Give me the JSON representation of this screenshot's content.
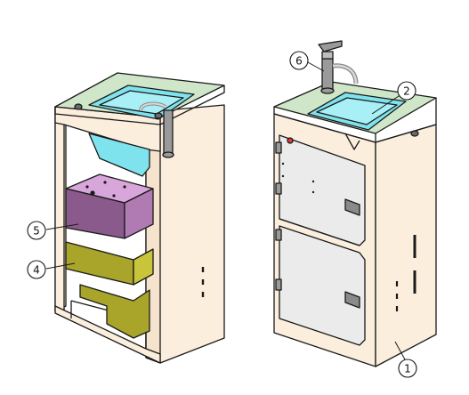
{
  "callouts": [
    {
      "id": "1",
      "label": "1"
    },
    {
      "id": "2",
      "label": "2"
    },
    {
      "id": "4",
      "label": "4"
    },
    {
      "id": "5",
      "label": "5"
    },
    {
      "id": "6",
      "label": "6"
    }
  ],
  "colors": {
    "cabinet_body": "#fbeedd",
    "cabinet_side": "#f5e3cd",
    "countertop": "#cfe6c8",
    "basin": "#7fe3ee",
    "basin_inner": "#a8f0f6",
    "tank_purple_top": "#d8a6da",
    "tank_purple_front": "#8a5a8c",
    "tank_purple_side": "#b07ab3",
    "tank_yellow_front": "#a9a42a",
    "tank_yellow_side": "#c9c53a",
    "door_panel": "#ebebeb",
    "faucet": "#9a9a9a",
    "outline": "#1a1a1a"
  }
}
